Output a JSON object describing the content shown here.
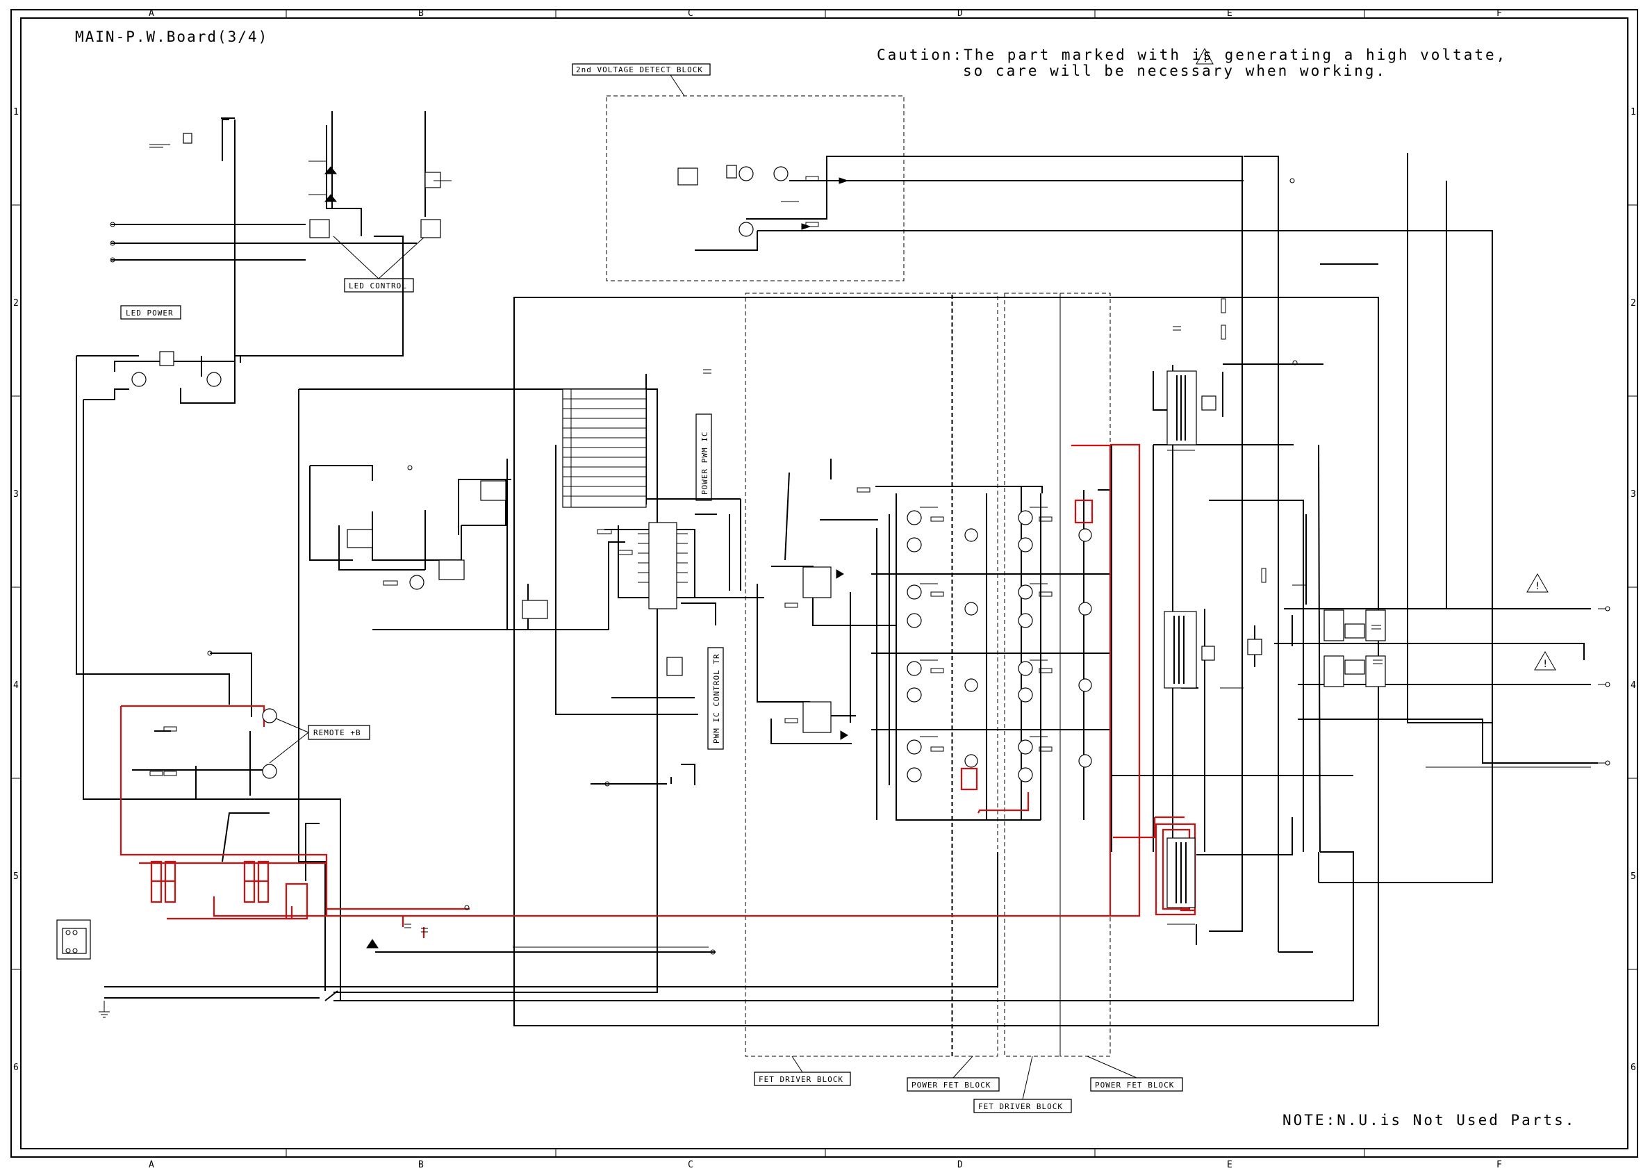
{
  "title": "MAIN-P.W.Board(3/4)",
  "caution": {
    "line1": "Caution:The part marked with   is generating a high voltate,",
    "line2": "so care will be necessary when working.",
    "mark": "!"
  },
  "note": "NOTE:N.U.is Not Used Parts.",
  "grid": {
    "columns": [
      "A",
      "B",
      "C",
      "D",
      "E",
      "F"
    ],
    "rows": [
      "1",
      "2",
      "3",
      "4",
      "5",
      "6"
    ]
  },
  "blocks": {
    "voltage_detect": "2nd VOLTAGE DETECT BLOCK",
    "led_control": "LED CONTROL",
    "led_power": "LED POWER",
    "remote": "REMOTE +B",
    "power_pwm_ic": "POWER PWM IC",
    "pwm_ic_control_tr": "PWM IC CONTROL TR",
    "fet_driver_1": "FET DRIVER BLOCK",
    "power_fet_1": "POWER FET BLOCK",
    "fet_driver_2": "FET DRIVER BLOCK",
    "power_fet_2": "POWER FET BLOCK"
  },
  "warning_marks": [
    "!",
    "!"
  ],
  "colors": {
    "ink": "#000000",
    "highlight": "#d01010",
    "paper": "#ffffff"
  }
}
